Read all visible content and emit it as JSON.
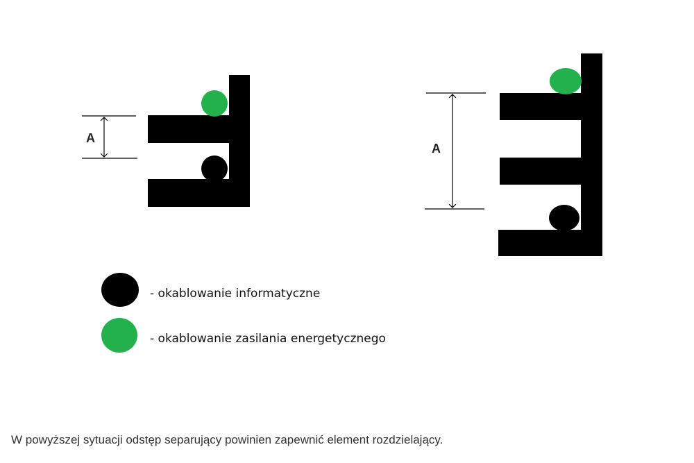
{
  "diagram": {
    "left": {
      "dimension_label": "A"
    },
    "right": {
      "dimension_label": "A"
    }
  },
  "legend": {
    "items": [
      {
        "color": "#000000",
        "label": "- okablowanie informatyczne"
      },
      {
        "color": "#22b14c",
        "label": "- okablowanie zasilania energetycznego"
      }
    ]
  },
  "caption": "W powyższej sytuacji odstęp separujący powinien zapewnić element rozdzielający."
}
